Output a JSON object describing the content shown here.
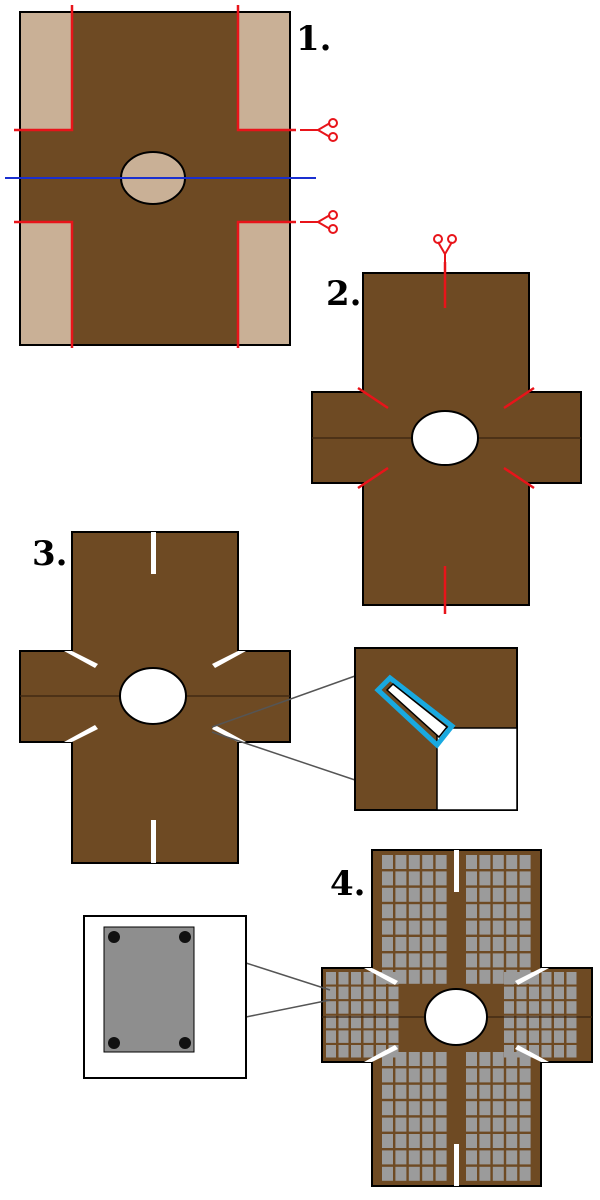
{
  "steps": [
    {
      "id": "step-1",
      "label": "1."
    },
    {
      "id": "step-2",
      "label": "2."
    },
    {
      "id": "step-3",
      "label": "3."
    },
    {
      "id": "step-4",
      "label": "4."
    }
  ],
  "icons": {
    "cut_tool": "scissors-icon"
  },
  "colors": {
    "board": "#6e4a23",
    "waste": "#c9b096",
    "cut_line": "#e8141a",
    "fold_line": "#1a2fd0",
    "highlight": "#19a9e0",
    "tile": "#9b9b9b",
    "tile_panel": "#8e8e8e",
    "dot": "#111111"
  },
  "grids": {
    "top_panel": {
      "rows": 8,
      "cols_per_side": 5
    },
    "bottom_panel": {
      "rows": 8,
      "cols_per_side": 5
    },
    "side_panel": {
      "rows": 6,
      "cols": 6
    },
    "tile_panel_dots": 4
  }
}
